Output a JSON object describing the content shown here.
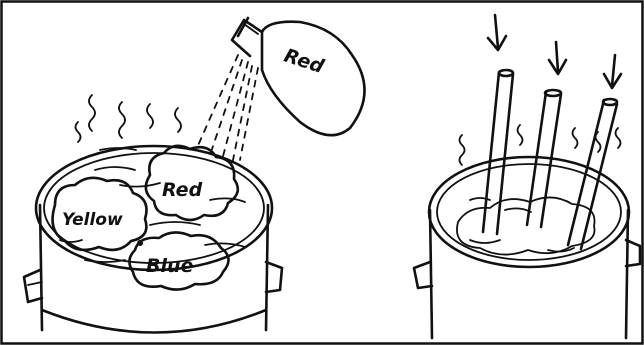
{
  "illustration": {
    "left_panel": {
      "bottle_label": "Red",
      "dye_blobs": [
        {
          "color": "red",
          "label": "Red"
        },
        {
          "color": "yellow",
          "label": "Yellow"
        },
        {
          "color": "blue",
          "label": "Blue"
        }
      ]
    },
    "right_panel": {
      "straw_count": 3,
      "arrow_direction": "down"
    }
  }
}
